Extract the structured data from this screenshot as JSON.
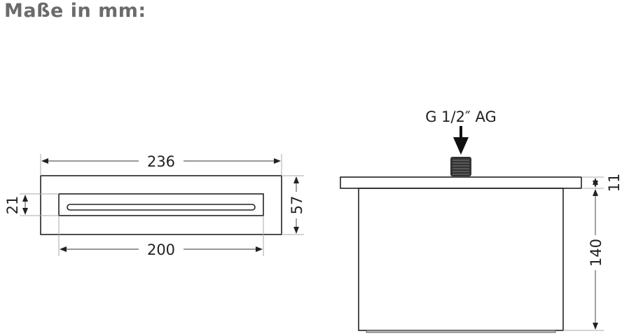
{
  "title": "Maße in mm:",
  "front_view": {
    "width": "236",
    "slot_width": "200",
    "slot_height": "21",
    "height": "57"
  },
  "side_view": {
    "connection_label": "G 1/2″ AG",
    "plate_thickness": "11",
    "body_height": "140"
  }
}
